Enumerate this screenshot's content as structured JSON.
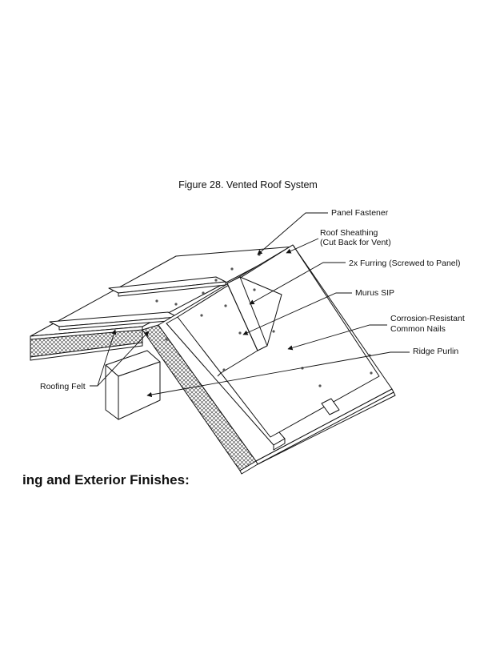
{
  "figure": {
    "title": "Figure 28. Vented Roof System",
    "labels": {
      "panel_fastener": "Panel Fastener",
      "roof_sheathing": "Roof Sheathing",
      "roof_sheathing_note": "(Cut Back for Vent)",
      "furring": "2x Furring (Screwed to Panel)",
      "murus_sip": "Murus SIP",
      "nails_line1": "Corrosion-Resistant",
      "nails_line2": "Common Nails",
      "ridge_purlin": "Ridge Purlin",
      "roofing_felt": "Roofing Felt"
    }
  },
  "section": {
    "heading": "ing and Exterior Finishes:"
  }
}
